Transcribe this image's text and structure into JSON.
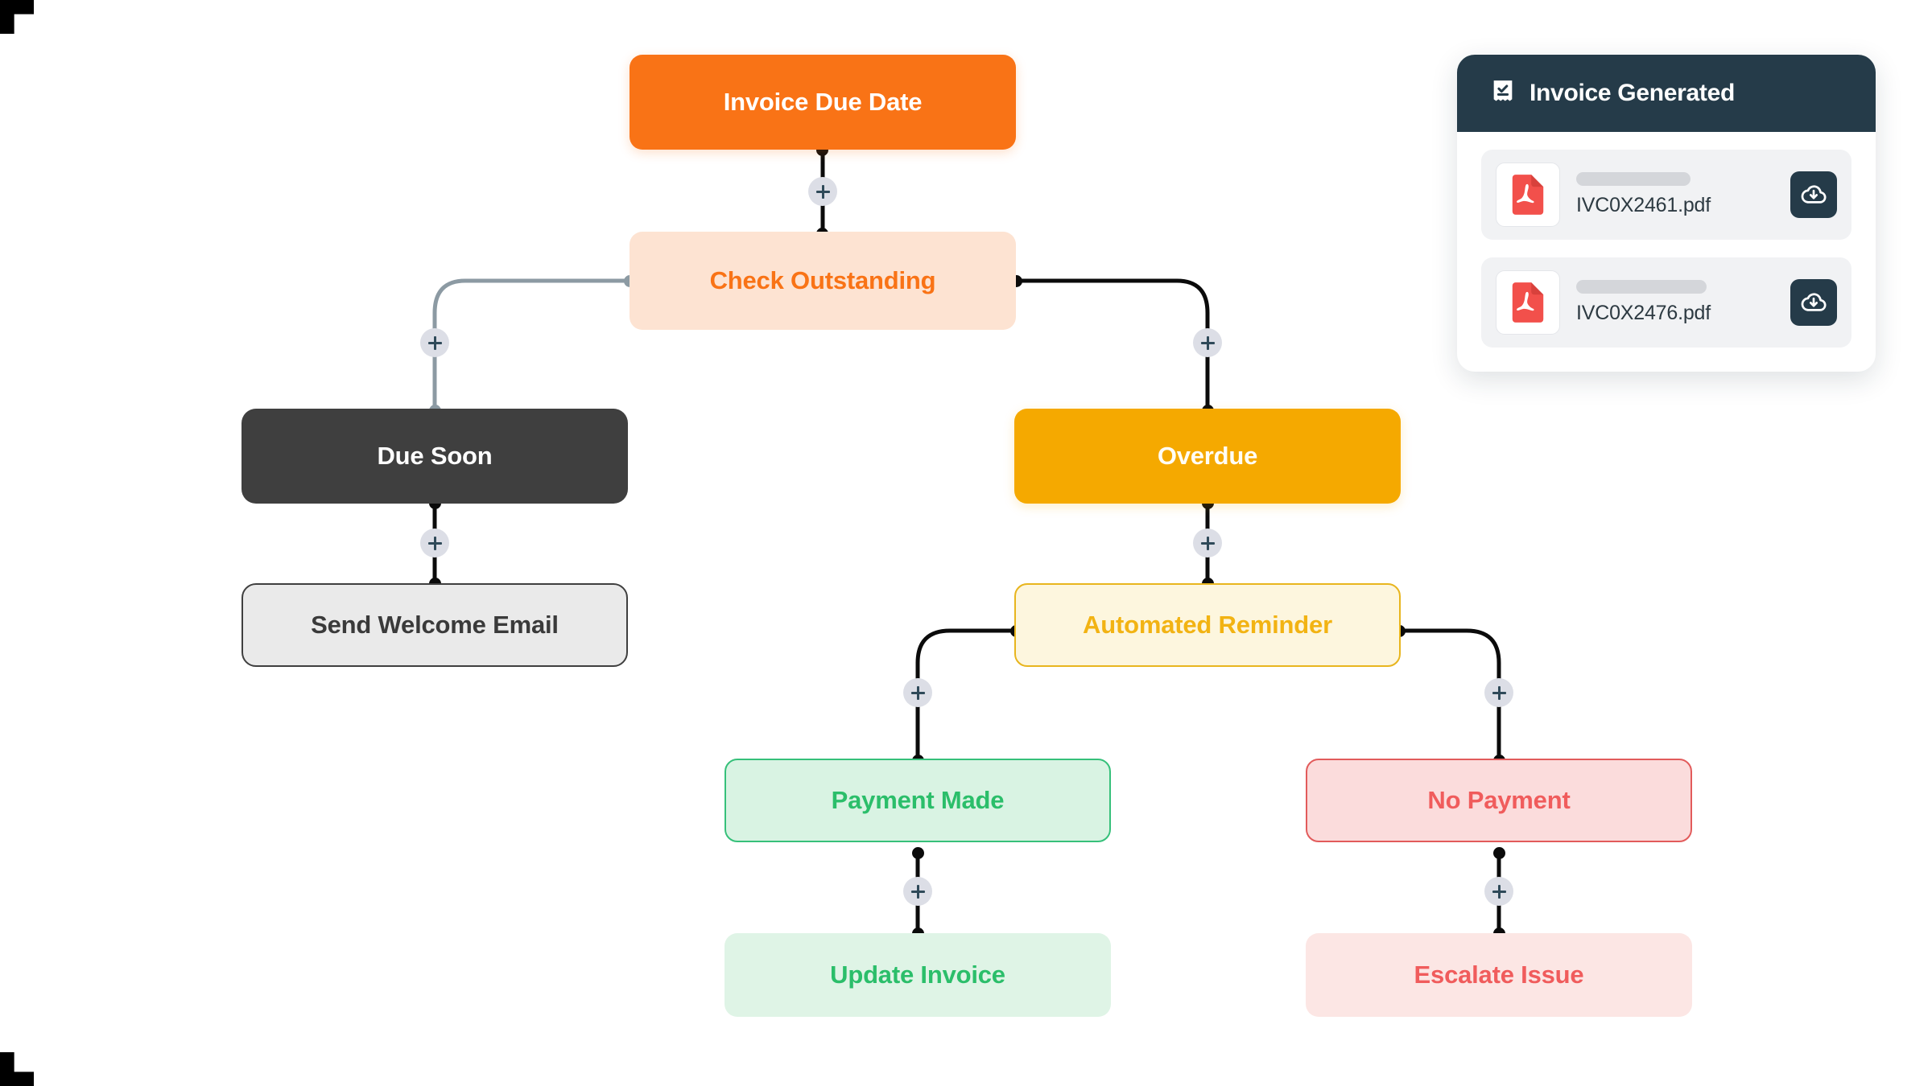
{
  "canvas": {
    "background": "#FFFFFF",
    "corner_marks": [
      "top-left",
      "bottom-left"
    ]
  },
  "flow": {
    "nodes": [
      {
        "id": "invoice-due-date",
        "label": "Invoice Due Date",
        "style": "solid-orange",
        "fill": "#F97316",
        "text": "#FFFFFF"
      },
      {
        "id": "check-outstanding",
        "label": "Check Outstanding",
        "style": "soft-orange",
        "fill": "#FDE3D2",
        "text": "#F97316"
      },
      {
        "id": "due-soon",
        "label": "Due Soon",
        "style": "solid-dark",
        "fill": "#3F3F3F",
        "text": "#FFFFFF"
      },
      {
        "id": "send-welcome-email",
        "label": "Send Welcome Email",
        "style": "outline-dark",
        "fill": "#EAEAEA",
        "text": "#3A3A3A",
        "border": "#3F3F3F"
      },
      {
        "id": "overdue",
        "label": "Overdue",
        "style": "solid-amber",
        "fill": "#F5A900",
        "text": "#FFFDF5"
      },
      {
        "id": "automated-reminder",
        "label": "Automated Reminder",
        "style": "outline-amber",
        "fill": "#FDF6DE",
        "text": "#F2B313",
        "border": "#E8B51E"
      },
      {
        "id": "payment-made",
        "label": "Payment Made",
        "style": "outline-green",
        "fill": "#D9F3E3",
        "text": "#2BBE6A",
        "border": "#36C07A"
      },
      {
        "id": "update-invoice",
        "label": "Update Invoice",
        "style": "soft-green",
        "fill": "#DFF4E6",
        "text": "#2BBE6A"
      },
      {
        "id": "no-payment",
        "label": "No Payment",
        "style": "outline-red",
        "fill": "#FBDCDC",
        "text": "#F05C5C",
        "border": "#E25B5B"
      },
      {
        "id": "escalate-issue",
        "label": "Escalate Issue",
        "style": "soft-red",
        "fill": "#FCE6E4",
        "text": "#F05C5C"
      }
    ],
    "edges": [
      {
        "from": "invoice-due-date",
        "to": "check-outstanding",
        "kind": "vertical",
        "color": "#0B0B0B"
      },
      {
        "from": "check-outstanding",
        "to": "due-soon",
        "kind": "elbow-left",
        "color": "#8C9AA3"
      },
      {
        "from": "due-soon",
        "to": "send-welcome-email",
        "kind": "vertical",
        "color": "#0B0B0B"
      },
      {
        "from": "check-outstanding",
        "to": "overdue",
        "kind": "elbow-right",
        "color": "#0B0B0B"
      },
      {
        "from": "overdue",
        "to": "automated-reminder",
        "kind": "vertical",
        "color": "#0B0B0B"
      },
      {
        "from": "automated-reminder",
        "to": "payment-made",
        "kind": "elbow-left",
        "color": "#0B0B0B"
      },
      {
        "from": "payment-made",
        "to": "update-invoice",
        "kind": "vertical",
        "color": "#0B0B0B"
      },
      {
        "from": "automated-reminder",
        "to": "no-payment",
        "kind": "elbow-right",
        "color": "#0B0B0B"
      },
      {
        "from": "no-payment",
        "to": "escalate-issue",
        "kind": "vertical",
        "color": "#0B0B0B"
      }
    ],
    "add_buttons": [
      {
        "id": "add-after-invoice-due-date",
        "glyph": "+"
      },
      {
        "id": "add-before-due-soon",
        "glyph": "+"
      },
      {
        "id": "add-before-send-welcome-email",
        "glyph": "+"
      },
      {
        "id": "add-before-overdue",
        "glyph": "+"
      },
      {
        "id": "add-before-automated-reminder",
        "glyph": "+"
      },
      {
        "id": "add-before-payment-made",
        "glyph": "+"
      },
      {
        "id": "add-before-update-invoice",
        "glyph": "+"
      },
      {
        "id": "add-before-no-payment",
        "glyph": "+"
      },
      {
        "id": "add-before-escalate-issue",
        "glyph": "+"
      }
    ]
  },
  "invoice_panel": {
    "header": {
      "title": "Invoice Generated",
      "icon": "receipt-check-icon",
      "background": "#253B49",
      "text_color": "#FFFFFF"
    },
    "rows": [
      {
        "file_icon": "pdf-file-icon",
        "filename": "IVC0X2461.pdf",
        "action_icon": "cloud-download-icon",
        "skeleton": true
      },
      {
        "file_icon": "pdf-file-icon",
        "filename": "IVC0X2476.pdf",
        "action_icon": "cloud-download-icon",
        "skeleton": true
      }
    ]
  }
}
